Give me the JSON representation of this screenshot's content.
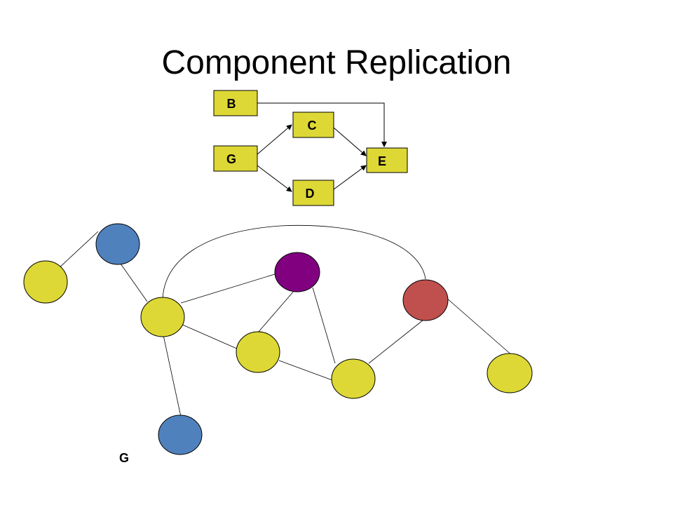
{
  "slide": {
    "title": "Component Replication"
  },
  "flow_diagram": {
    "box_color": "#DDD835",
    "boxes": [
      {
        "id": "B",
        "label": "B"
      },
      {
        "id": "C",
        "label": "C"
      },
      {
        "id": "G",
        "label": "G"
      },
      {
        "id": "E",
        "label": "E"
      },
      {
        "id": "D",
        "label": "D"
      }
    ],
    "arrows": [
      {
        "from": "B",
        "to": "E"
      },
      {
        "from": "G",
        "to": "C"
      },
      {
        "from": "G",
        "to": "D"
      },
      {
        "from": "C",
        "to": "E"
      },
      {
        "from": "D",
        "to": "E"
      }
    ]
  },
  "graph": {
    "label": "G",
    "node_colors": {
      "yellow": "#DDD835",
      "blue": "#4F81BD",
      "purple": "#800080",
      "red": "#C0504D"
    }
  }
}
